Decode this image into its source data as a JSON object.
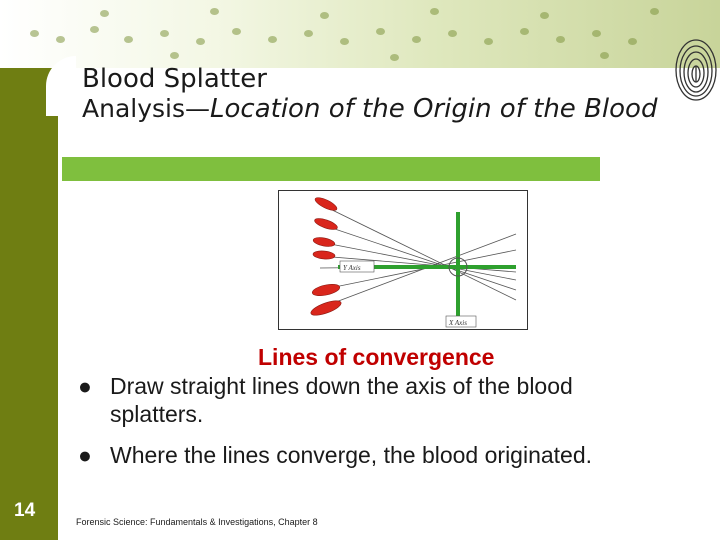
{
  "title": {
    "line1": "Blood Splatter",
    "line2_plain": "Analysis—",
    "line2_italic": "Location of the Origin of the Blood"
  },
  "diagram": {
    "y_axis_label": "Y Axis",
    "x_axis_label": "X Axis"
  },
  "subheading": "Lines of convergence",
  "bullets": [
    "Draw straight lines down the axis of the blood splatters.",
    "Where the lines converge, the blood originated."
  ],
  "slide_number": "14",
  "footer": "Forensic Science: Fundamentals & Investigations, Chapter 8",
  "colors": {
    "sidebar": "#6f7e12",
    "title_rule": "#7fbf3e",
    "subheading": "#c00000",
    "blood_stain": "#d9261c",
    "axis_green": "#2ea02e"
  }
}
